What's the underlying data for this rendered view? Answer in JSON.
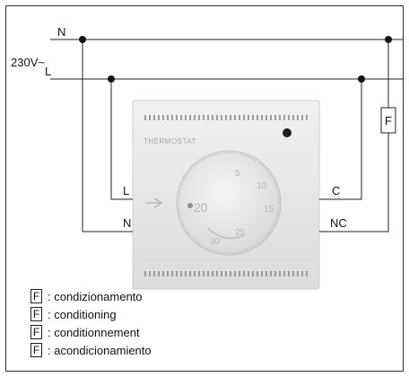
{
  "supply": {
    "voltage": "230V~",
    "neutral": "N",
    "line": "L"
  },
  "fuse_label": "F",
  "thermostat": {
    "brand_text": "THERMOSTAT",
    "dial_marks": [
      "5",
      "10",
      "15",
      "20",
      "25",
      "30"
    ],
    "terminals": {
      "left_top": "L",
      "left_bottom": "N",
      "right_top": "C",
      "right_bottom": "NC"
    }
  },
  "legend": [
    {
      "symbol": "F",
      "text": ": condizionamento"
    },
    {
      "symbol": "F",
      "text": ": conditioning"
    },
    {
      "symbol": "F",
      "text": ": conditionnement"
    },
    {
      "symbol": "F",
      "text": ": acondicionamiento"
    }
  ],
  "colors": {
    "wire": "#222222",
    "frame": "#333333",
    "device": "#e9e9e9"
  }
}
